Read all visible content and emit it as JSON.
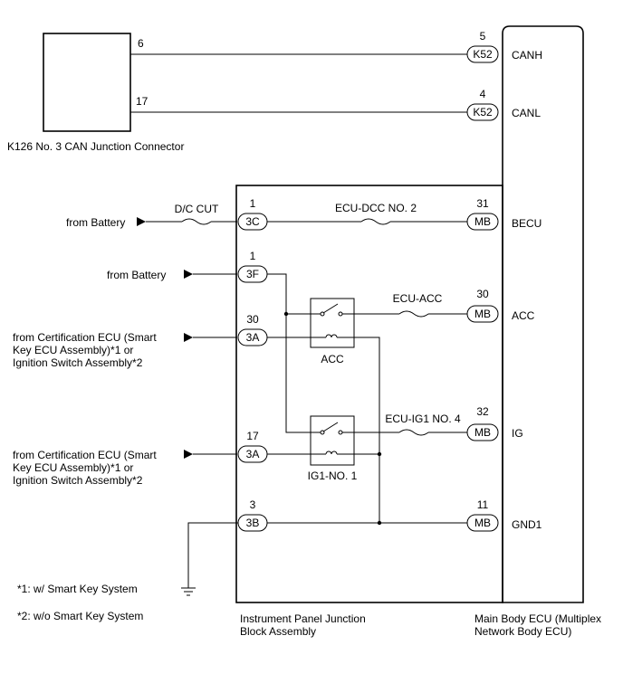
{
  "junction_connector": {
    "label": "K126  No. 3 CAN Junction Connector",
    "pin_canh": "6",
    "pin_canl": "17"
  },
  "main_ecu": {
    "label_line1": "Main Body ECU (Multiplex",
    "label_line2": "Network Body ECU)",
    "terminals": {
      "canh": {
        "connector": "K52",
        "pin": "5",
        "name": "CANH"
      },
      "canl": {
        "connector": "K52",
        "pin": "4",
        "name": "CANL"
      },
      "becu": {
        "connector": "MB",
        "pin": "31",
        "name": "BECU"
      },
      "acc": {
        "connector": "MB",
        "pin": "30",
        "name": "ACC"
      },
      "ig": {
        "connector": "MB",
        "pin": "32",
        "name": "IG"
      },
      "gnd1": {
        "connector": "MB",
        "pin": "11",
        "name": "GND1"
      }
    }
  },
  "junction_block": {
    "label_line1": "Instrument Panel Junction",
    "label_line2": "Block Assembly",
    "inputs": {
      "becu": {
        "connector": "3C",
        "pin": "1"
      },
      "acc_feed": {
        "connector": "3F",
        "pin": "1"
      },
      "acc_coil": {
        "connector": "3A",
        "pin": "30"
      },
      "ig_coil": {
        "connector": "3A",
        "pin": "17"
      },
      "ground": {
        "connector": "3B",
        "pin": "3"
      }
    },
    "fuses": {
      "becu": "ECU-DCC NO. 2",
      "acc": "ECU-ACC",
      "ig": "ECU-IG1 NO. 4"
    },
    "relays": {
      "acc": "ACC",
      "ig": "IG1-NO. 1"
    }
  },
  "external": {
    "dc_cut": "D/C CUT",
    "battery1": "from Battery",
    "battery2": "from Battery",
    "cert1": [
      "from Certification ECU (Smart",
      "Key ECU Assembly)*1 or",
      "Ignition Switch Assembly*2"
    ],
    "cert2": [
      "from Certification ECU (Smart",
      "Key ECU Assembly)*1 or",
      "Ignition Switch Assembly*2"
    ]
  },
  "notes": {
    "note1": "*1: w/ Smart Key System",
    "note2": "*2: w/o Smart Key System"
  }
}
